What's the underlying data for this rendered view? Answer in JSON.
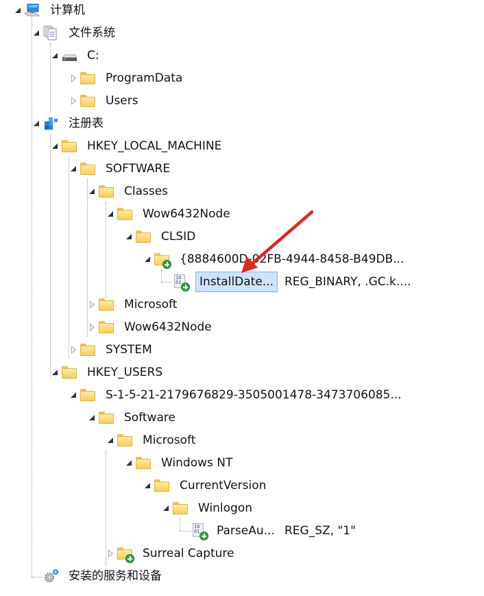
{
  "tree": {
    "computer": {
      "label": "计算机",
      "icon": "computer-icon",
      "expanded": true
    },
    "filesystem": {
      "label": "文件系统",
      "icon": "documents-icon",
      "expanded": true
    },
    "drive_c": {
      "label": "C:",
      "icon": "drive-icon",
      "expanded": true
    },
    "programdata": {
      "label": "ProgramData",
      "icon": "folder-icon",
      "expanded": false
    },
    "users": {
      "label": "Users",
      "icon": "folder-icon",
      "expanded": false
    },
    "registry": {
      "label": "注册表",
      "icon": "registry-icon",
      "expanded": true
    },
    "hklm": {
      "label": "HKEY_LOCAL_MACHINE",
      "icon": "folder-icon",
      "expanded": true
    },
    "software": {
      "label": "SOFTWARE",
      "icon": "folder-icon",
      "expanded": true
    },
    "classes": {
      "label": "Classes",
      "icon": "folder-icon",
      "expanded": true
    },
    "wow_classes": {
      "label": "Wow6432Node",
      "icon": "folder-icon",
      "expanded": true
    },
    "clsid": {
      "label": "CLSID",
      "icon": "folder-icon",
      "expanded": true
    },
    "guid": {
      "label": "{8884600D-02FB-4944-8458-B49DB...",
      "icon": "folder-added-icon",
      "expanded": true
    },
    "installdate": {
      "label": "InstallDate...",
      "value": "REG_BINARY, .GC.k....",
      "icon": "registry-value-added-icon",
      "selected": true
    },
    "microsoft_sw": {
      "label": "Microsoft",
      "icon": "folder-icon",
      "expanded": false
    },
    "wow_sw": {
      "label": "Wow6432Node",
      "icon": "folder-icon",
      "expanded": false
    },
    "system": {
      "label": "SYSTEM",
      "icon": "folder-icon",
      "expanded": false
    },
    "hku": {
      "label": "HKEY_USERS",
      "icon": "folder-icon",
      "expanded": true
    },
    "sid": {
      "label": "S-1-5-21-2179676829-3505001478-3473706085...",
      "icon": "folder-icon",
      "expanded": true
    },
    "software_u": {
      "label": "Software",
      "icon": "folder-icon",
      "expanded": true
    },
    "microsoft_u": {
      "label": "Microsoft",
      "icon": "folder-icon",
      "expanded": true
    },
    "windowsnt": {
      "label": "Windows NT",
      "icon": "folder-icon",
      "expanded": true
    },
    "currentversion": {
      "label": "CurrentVersion",
      "icon": "folder-icon",
      "expanded": true
    },
    "winlogon": {
      "label": "Winlogon",
      "icon": "folder-icon",
      "expanded": true
    },
    "parseau": {
      "label": "ParseAu...",
      "value": "REG_SZ, \"1\"",
      "icon": "registry-value-added-icon"
    },
    "surreal": {
      "label": "Surreal Capture",
      "icon": "folder-added-icon",
      "expanded": false
    },
    "services": {
      "label": "安装的服务和设备",
      "icon": "services-gear-icon"
    }
  },
  "colors": {
    "selection_bg": "#cce4fb",
    "selection_border": "#7eb4ea",
    "annotation_arrow": "#e8231c",
    "added_badge": "#2ea043"
  }
}
